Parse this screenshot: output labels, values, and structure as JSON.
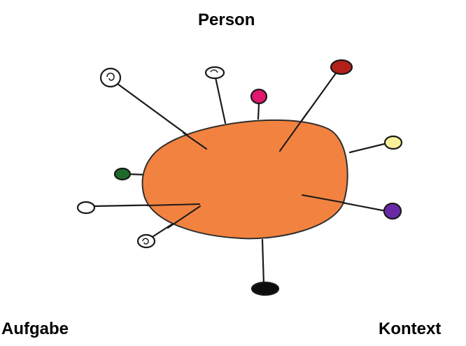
{
  "labels": {
    "top": "Person",
    "bottom_left": "Aufgabe",
    "bottom_right": "Kontext"
  },
  "colors": {
    "body_fill": "#F2823F",
    "outline": "#2f2f2f",
    "pin_red": "#B3201B",
    "pin_pink": "#E0186E",
    "pin_yellow": "#F9F09A",
    "pin_purple": "#6A2AA8",
    "pin_green": "#1D6B2A",
    "pin_black": "#0d0d0d",
    "pin_white": "#ffffff"
  }
}
